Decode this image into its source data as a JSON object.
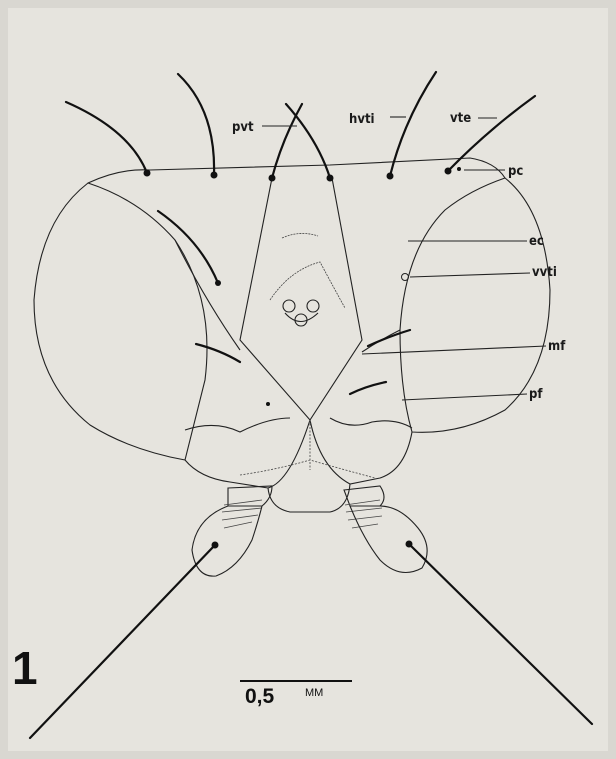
{
  "figure": {
    "number": "1",
    "labels": {
      "pvt": "pvt",
      "hvti": "hvti",
      "vte": "vte",
      "pc": "pc",
      "ec": "ec",
      "vvti": "vvti",
      "mf": "mf",
      "pf": "pf"
    },
    "scale_bar": {
      "value": "0,5",
      "unit": "MM"
    }
  }
}
